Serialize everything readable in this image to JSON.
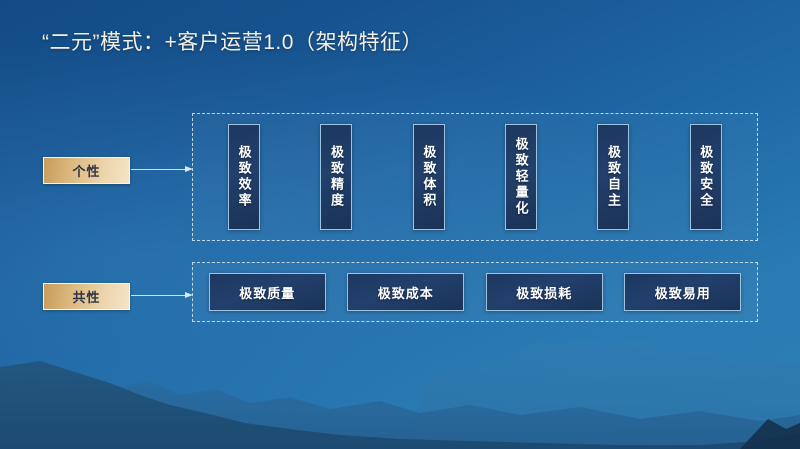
{
  "slide": {
    "title": "“二元”模式：+客户运营1.0（架构特征）",
    "background_color": "#1e68a5",
    "accent_gold": "#dcb87f",
    "card_color": "#22406c",
    "card_border_color": "#9dc3e0"
  },
  "groups": [
    {
      "label": "个性",
      "orientation": "vertical",
      "cards": [
        {
          "text": "极致效率"
        },
        {
          "text": "极致精度"
        },
        {
          "text": "极致体积"
        },
        {
          "text": "极致轻量化"
        },
        {
          "text": "极致自主"
        },
        {
          "text": "极致安全"
        }
      ]
    },
    {
      "label": "共性",
      "orientation": "horizontal",
      "cards": [
        {
          "text": "极致质量"
        },
        {
          "text": "极致成本"
        },
        {
          "text": "极致损耗"
        },
        {
          "text": "极致易用"
        }
      ]
    }
  ]
}
